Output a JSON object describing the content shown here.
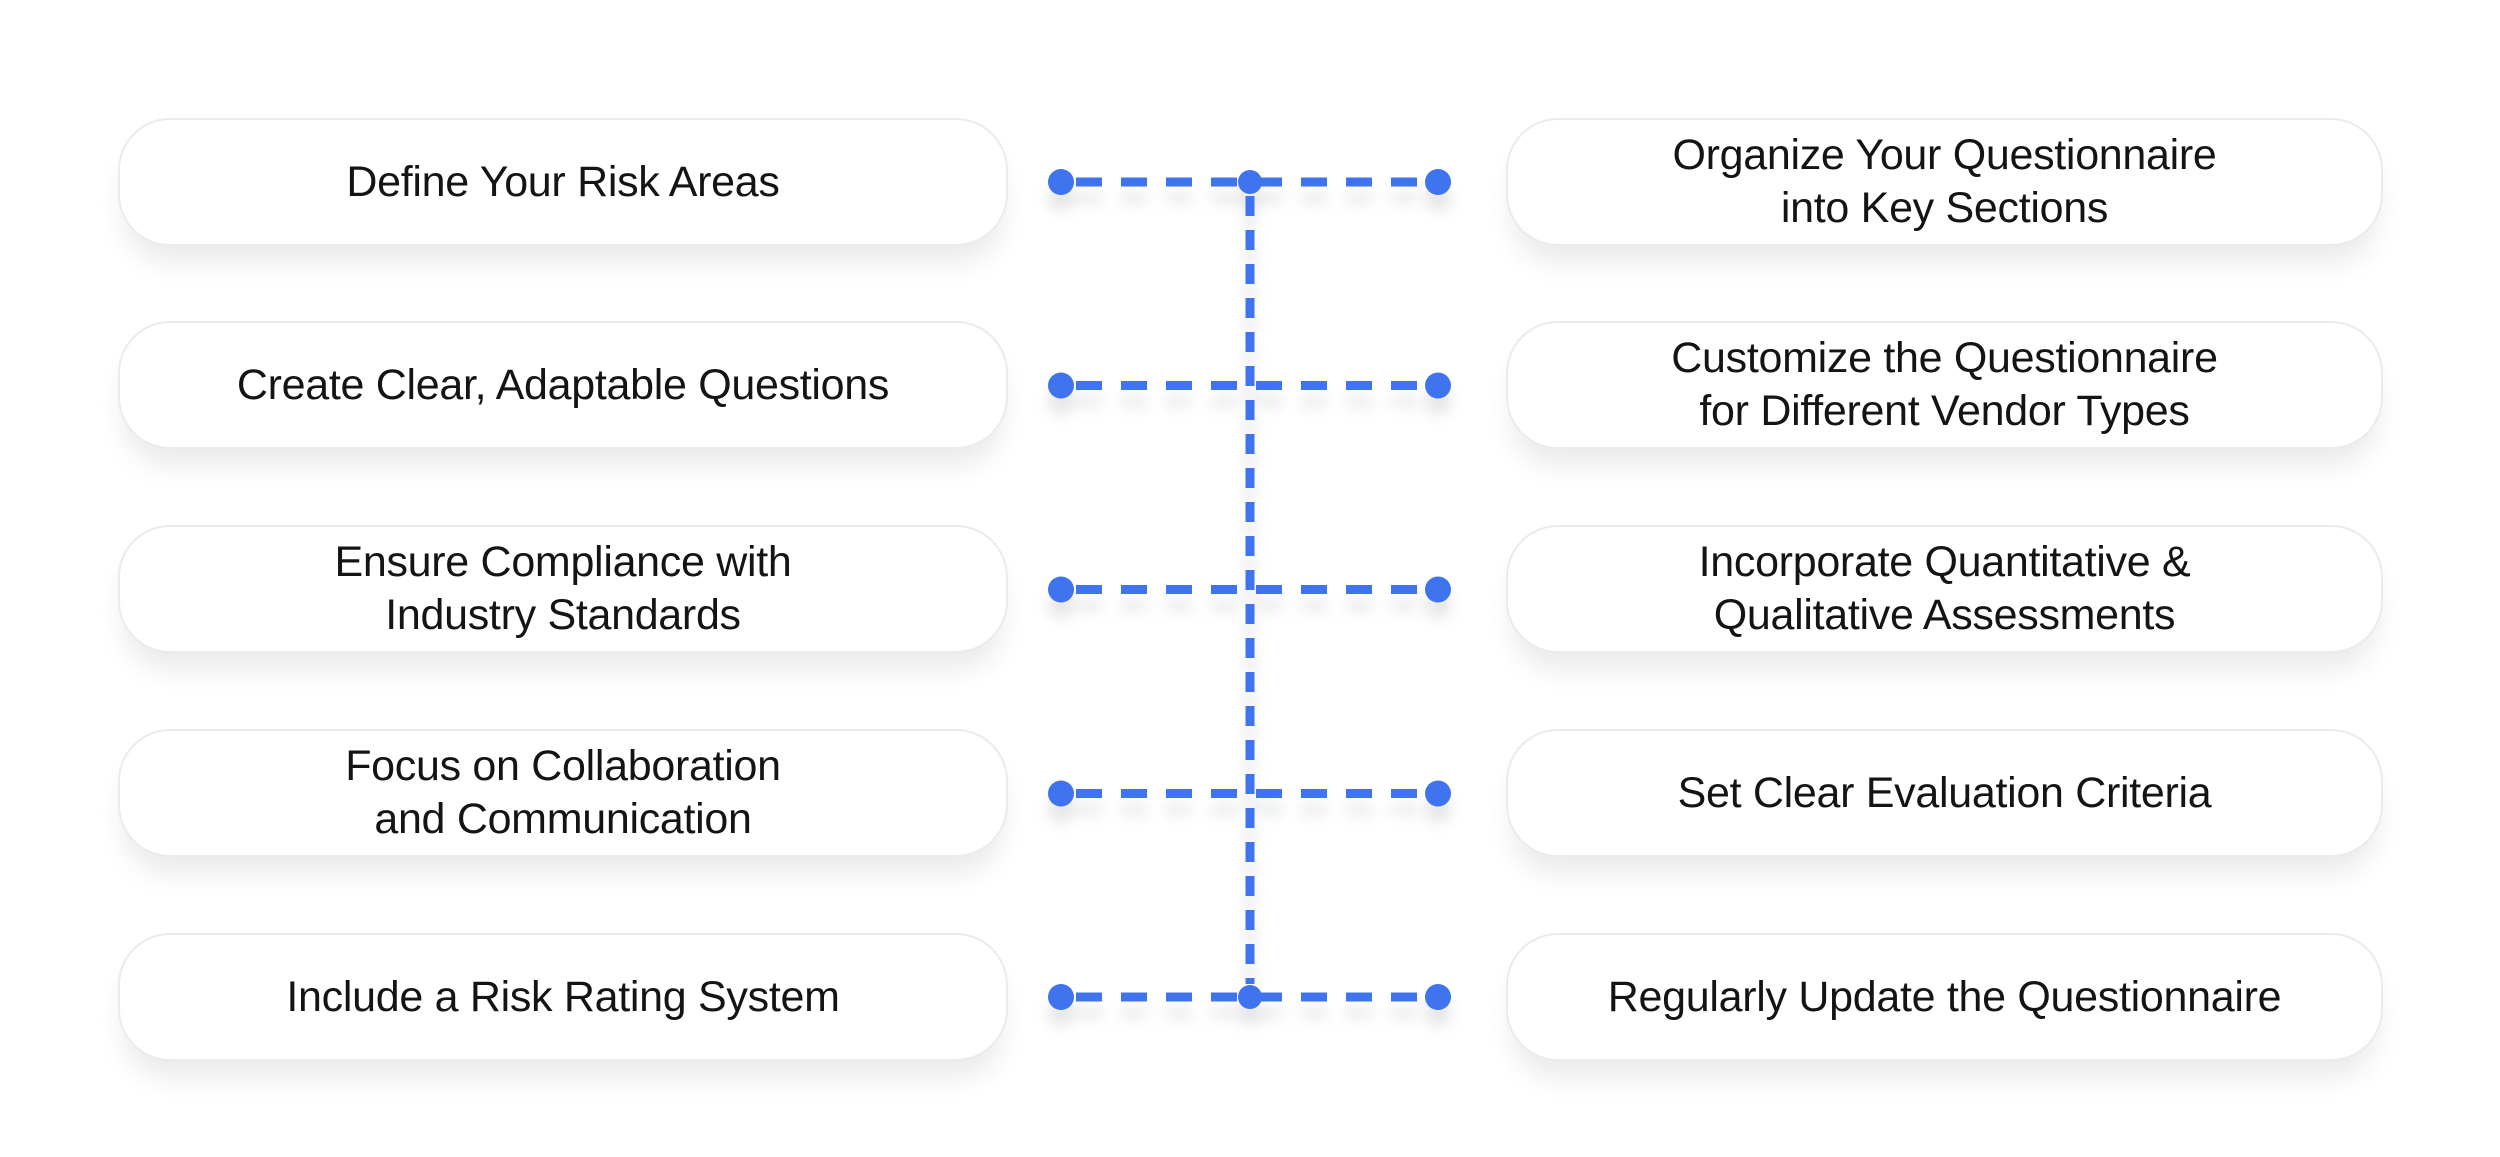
{
  "diagram": {
    "colors": {
      "accent": "#3F74EE",
      "card_border": "#ebebee",
      "text": "#141414",
      "background": "#ffffff"
    },
    "left_column": {
      "items": [
        {
          "label": "Define Your Risk Areas"
        },
        {
          "label": "Create Clear, Adaptable Questions"
        },
        {
          "label": "Ensure Compliance with\nIndustry Standards"
        },
        {
          "label": "Focus on Collaboration\nand Communication"
        },
        {
          "label": "Include a Risk Rating System"
        }
      ]
    },
    "right_column": {
      "items": [
        {
          "label": "Organize Your Questionnaire\ninto Key Sections"
        },
        {
          "label": "Customize the Questionnaire\nfor Different Vendor Types"
        },
        {
          "label": "Incorporate Quantitative &\nQualitative Assessments"
        },
        {
          "label": "Set Clear Evaluation Criteria"
        },
        {
          "label": "Regularly Update the Questionnaire"
        }
      ]
    }
  }
}
